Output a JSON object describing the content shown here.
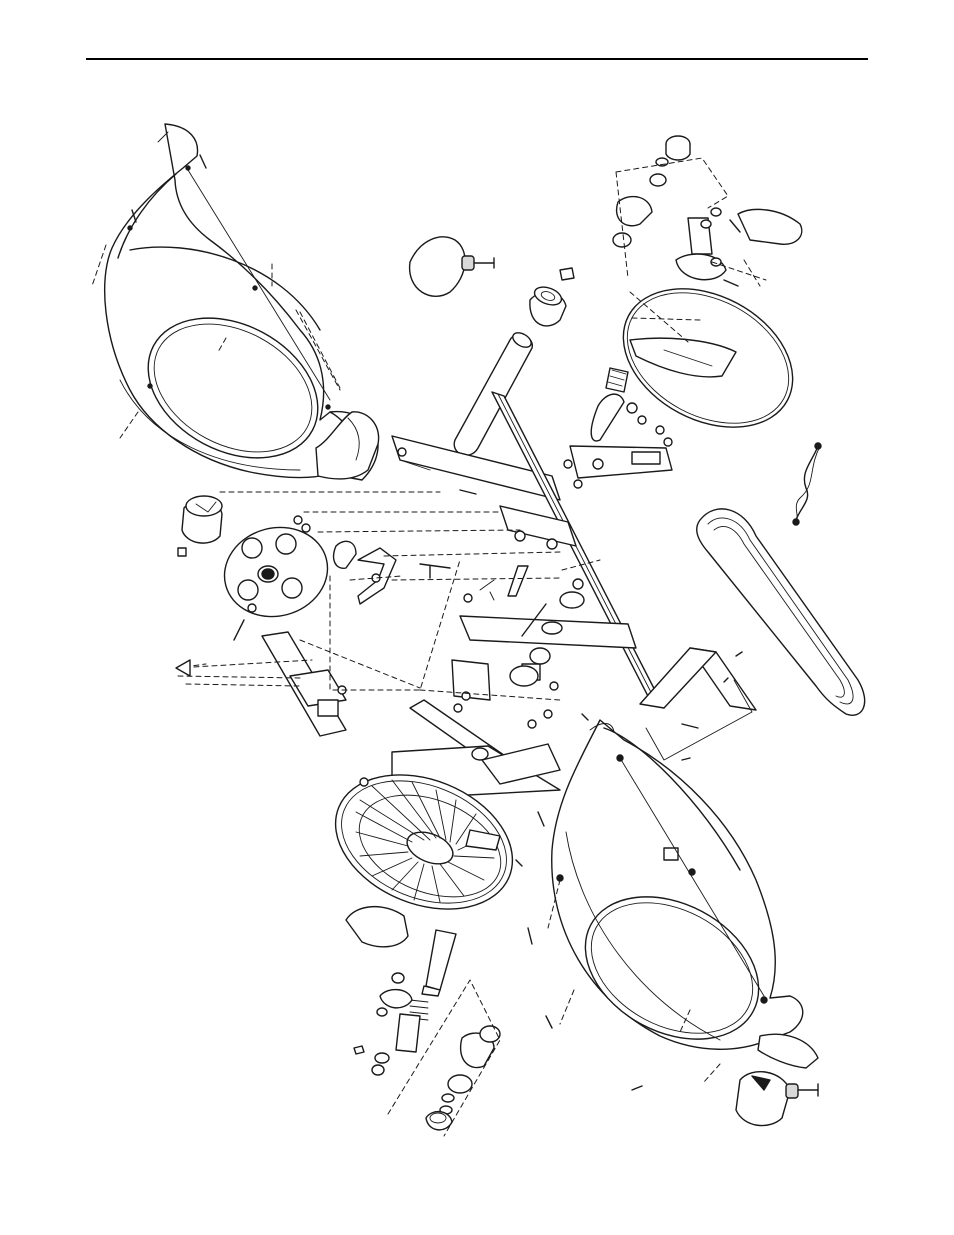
{
  "page": {
    "type": "exploded-parts-diagram",
    "has_top_rule": true,
    "line_color": "#1a1a1a",
    "background": "#ffffff"
  },
  "diagram": {
    "parts": [
      {
        "name": "left-shield-upper",
        "icon": "shield-shape"
      },
      {
        "name": "right-shield-lower",
        "icon": "shield-shape"
      },
      {
        "name": "upper-disc",
        "icon": "disc"
      },
      {
        "name": "flywheel",
        "icon": "wheel"
      },
      {
        "name": "pulley",
        "icon": "pulley"
      },
      {
        "name": "frame",
        "icon": "frame"
      },
      {
        "name": "belt",
        "icon": "belt"
      },
      {
        "name": "cord",
        "icon": "cord"
      },
      {
        "name": "upper-crank-assembly",
        "icon": "crank"
      },
      {
        "name": "lower-crank-assembly",
        "icon": "crank"
      },
      {
        "name": "seat-post",
        "icon": "tube"
      },
      {
        "name": "bracket",
        "icon": "bracket"
      }
    ]
  }
}
